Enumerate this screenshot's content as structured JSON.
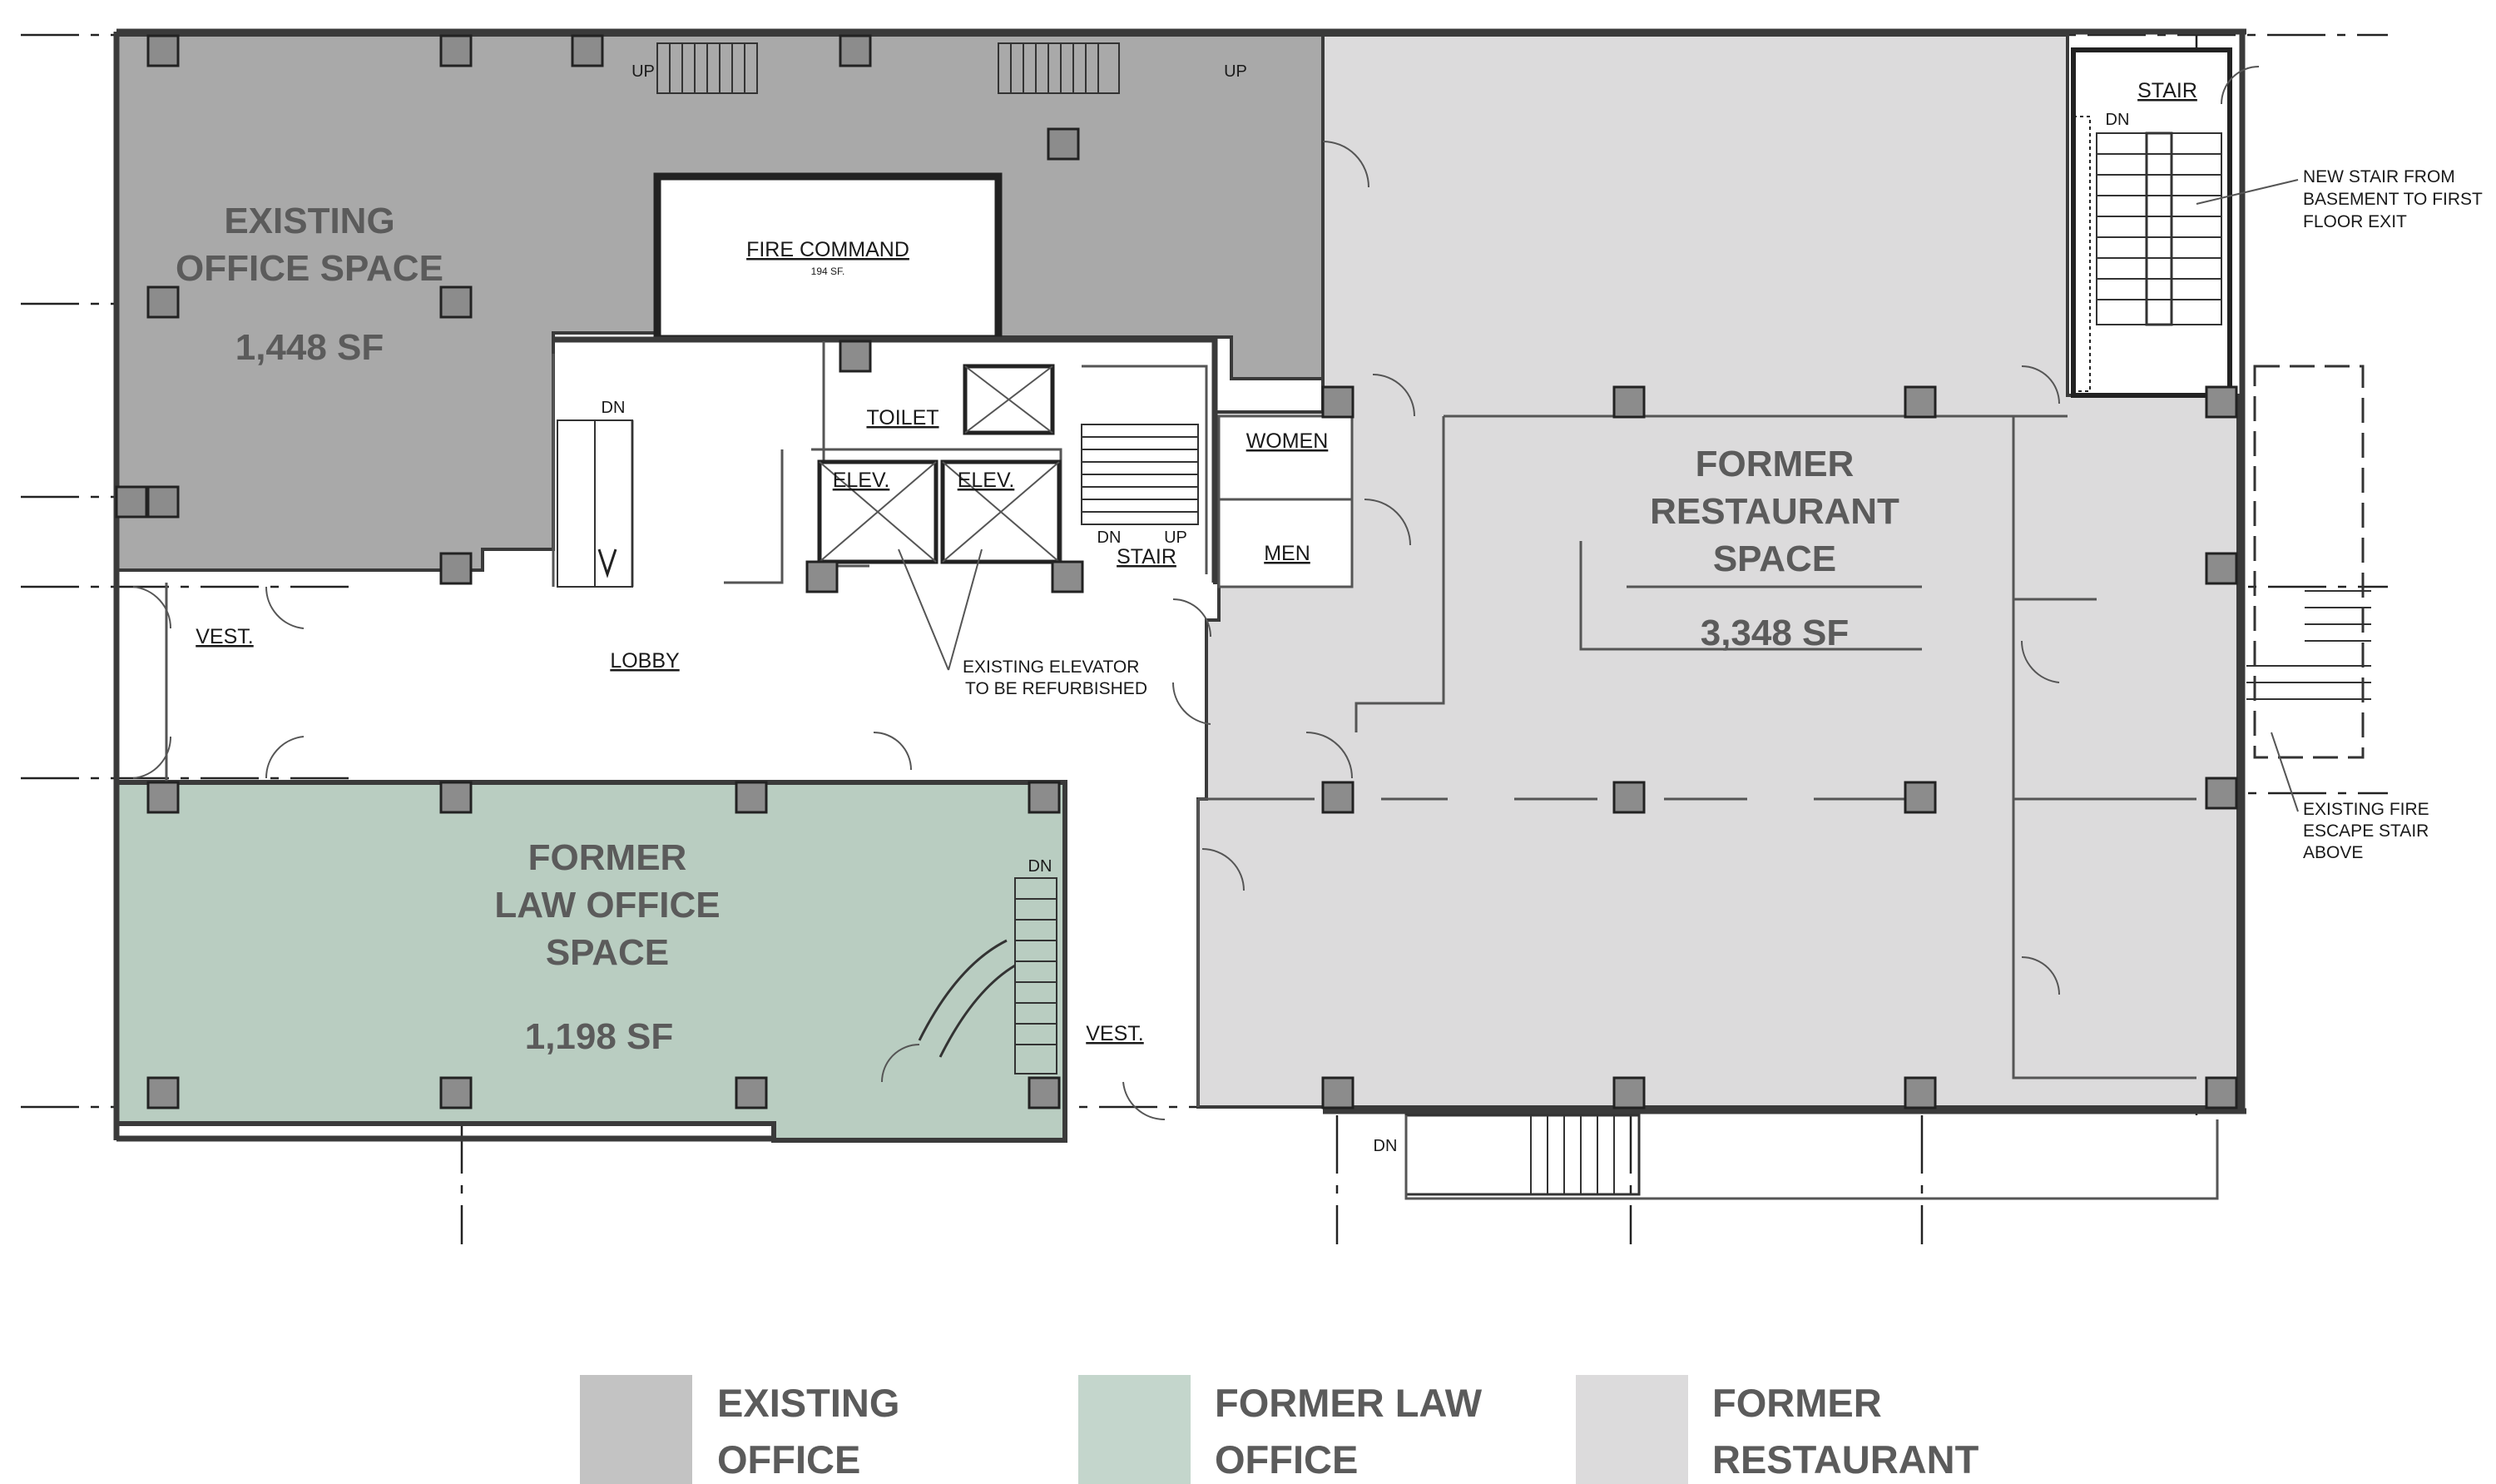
{
  "colors": {
    "existing_office": "#a9a9a9",
    "former_law_office": "#b9cdc1",
    "former_restaurant": "#dcdbdc"
  },
  "areas": {
    "existing_office": {
      "name_line1": "EXISTING",
      "name_line2": "OFFICE SPACE",
      "area": "1,448 SF"
    },
    "law_office": {
      "name_line1": "FORMER",
      "name_line2": "LAW OFFICE",
      "name_line3": "SPACE",
      "area": "1,198 SF"
    },
    "restaurant": {
      "name_line1": "FORMER",
      "name_line2": "RESTAURANT",
      "name_line3": "SPACE",
      "area": "3,348 SF"
    }
  },
  "rooms": {
    "fire_command": "FIRE COMMAND",
    "fire_command_area": "194 SF.",
    "toilet": "TOILET",
    "elev": "ELEV.",
    "stair": "STAIR",
    "women": "WOMEN",
    "men": "MEN",
    "lobby": "LOBBY",
    "vest": "VEST."
  },
  "marks": {
    "up": "UP",
    "dn": "DN"
  },
  "notes": {
    "elevator_line1": "EXISTING ELEVATOR",
    "elevator_line2": "TO BE REFURBISHED",
    "new_stair_line1": "NEW STAIR FROM",
    "new_stair_line2": "BASEMENT TO FIRST",
    "new_stair_line3": "FLOOR EXIT",
    "fire_escape_line1": "EXISTING FIRE",
    "fire_escape_line2": "ESCAPE STAIR",
    "fire_escape_line3": "ABOVE"
  },
  "legend": [
    {
      "line1": "EXISTING",
      "line2": "OFFICE",
      "color": "#c3c3c3"
    },
    {
      "line1": "FORMER LAW",
      "line2": "OFFICE",
      "color": "#c4d6cc"
    },
    {
      "line1": "FORMER",
      "line2": "RESTAURANT",
      "color": "#dcdbdc"
    }
  ]
}
